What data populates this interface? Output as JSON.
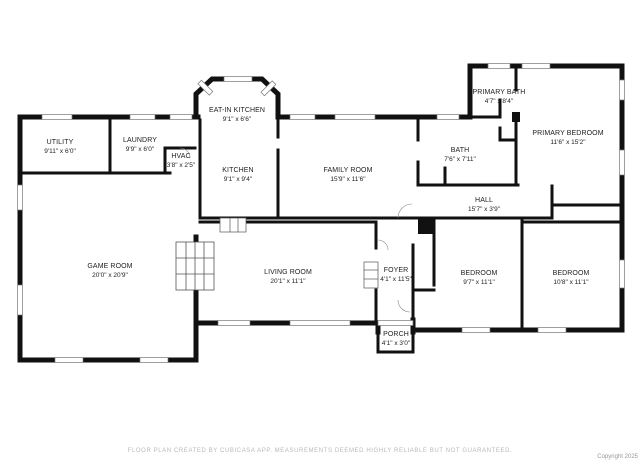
{
  "rooms": {
    "utility": {
      "name": "UTILITY",
      "dims": "9'11\" x 6'0\""
    },
    "laundry": {
      "name": "LAUNDRY",
      "dims": "9'9\" x 6'0\""
    },
    "hvac": {
      "name": "HVAC",
      "dims": "3'8\" x 2'5\""
    },
    "eatin_kitchen": {
      "name": "EAT-IN KITCHEN",
      "dims": "9'1\" x 6'6\""
    },
    "kitchen": {
      "name": "KITCHEN",
      "dims": "9'1\" x 9'4\""
    },
    "family_room": {
      "name": "FAMILY ROOM",
      "dims": "15'9\" x 11'6\""
    },
    "bath": {
      "name": "BATH",
      "dims": "7'6\" x 7'11\""
    },
    "primary_bath": {
      "name": "PRIMARY BATH",
      "dims": "4'7\" x 8'4\""
    },
    "primary_bedroom": {
      "name": "PRIMARY BEDROOM",
      "dims": "11'6\" x 15'2\""
    },
    "hall": {
      "name": "HALL",
      "dims": "15'7\" x 3'9\""
    },
    "game_room": {
      "name": "GAME ROOM",
      "dims": "20'0\" x 20'9\""
    },
    "living_room": {
      "name": "LIVING ROOM",
      "dims": "20'1\" x 11'1\""
    },
    "foyer": {
      "name": "FOYER",
      "dims": "4'1\" x 11'5\""
    },
    "bedroom_1": {
      "name": "BEDROOM",
      "dims": "9'7\" x 11'1\""
    },
    "bedroom_2": {
      "name": "BEDROOM",
      "dims": "10'8\" x 11'1\""
    },
    "porch": {
      "name": "PORCH",
      "dims": "4'1\" x 3'0\""
    }
  },
  "footer": "FLOOR PLAN CREATED BY CUBICASA APP. MEASUREMENTS DEEMED HIGHLY RELIABLE BUT NOT GUARANTEED.",
  "copyright": "Copyright 2025"
}
